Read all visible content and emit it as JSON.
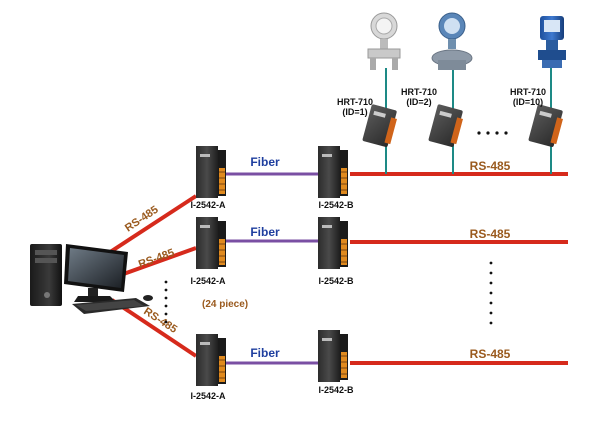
{
  "devices": {
    "converter_a": "I-2542-A",
    "converter_b": "I-2542-B",
    "hart_1": {
      "model": "HRT-710",
      "id": "(ID=1)"
    },
    "hart_2": {
      "model": "HRT-710",
      "id": "(ID=2)"
    },
    "hart_10": {
      "model": "HRT-710",
      "id": "(ID=10)"
    }
  },
  "links": {
    "fiber": "Fiber",
    "rs485": "RS-485"
  },
  "count_label": "(24 piece)",
  "colors": {
    "rs485_line": "#d62a1c",
    "fiber_line": "#7a4fa3",
    "fiber_text": "#1f3f9f",
    "rs485_text": "#9a5a1e",
    "count_text": "#9a5a1e",
    "bus_line": "#1d8a86"
  },
  "icons": [
    "desktop-computer-icon",
    "converter-module-icon",
    "hart-gateway-icon",
    "pressure-transmitter-icon",
    "flow-meter-icon"
  ]
}
